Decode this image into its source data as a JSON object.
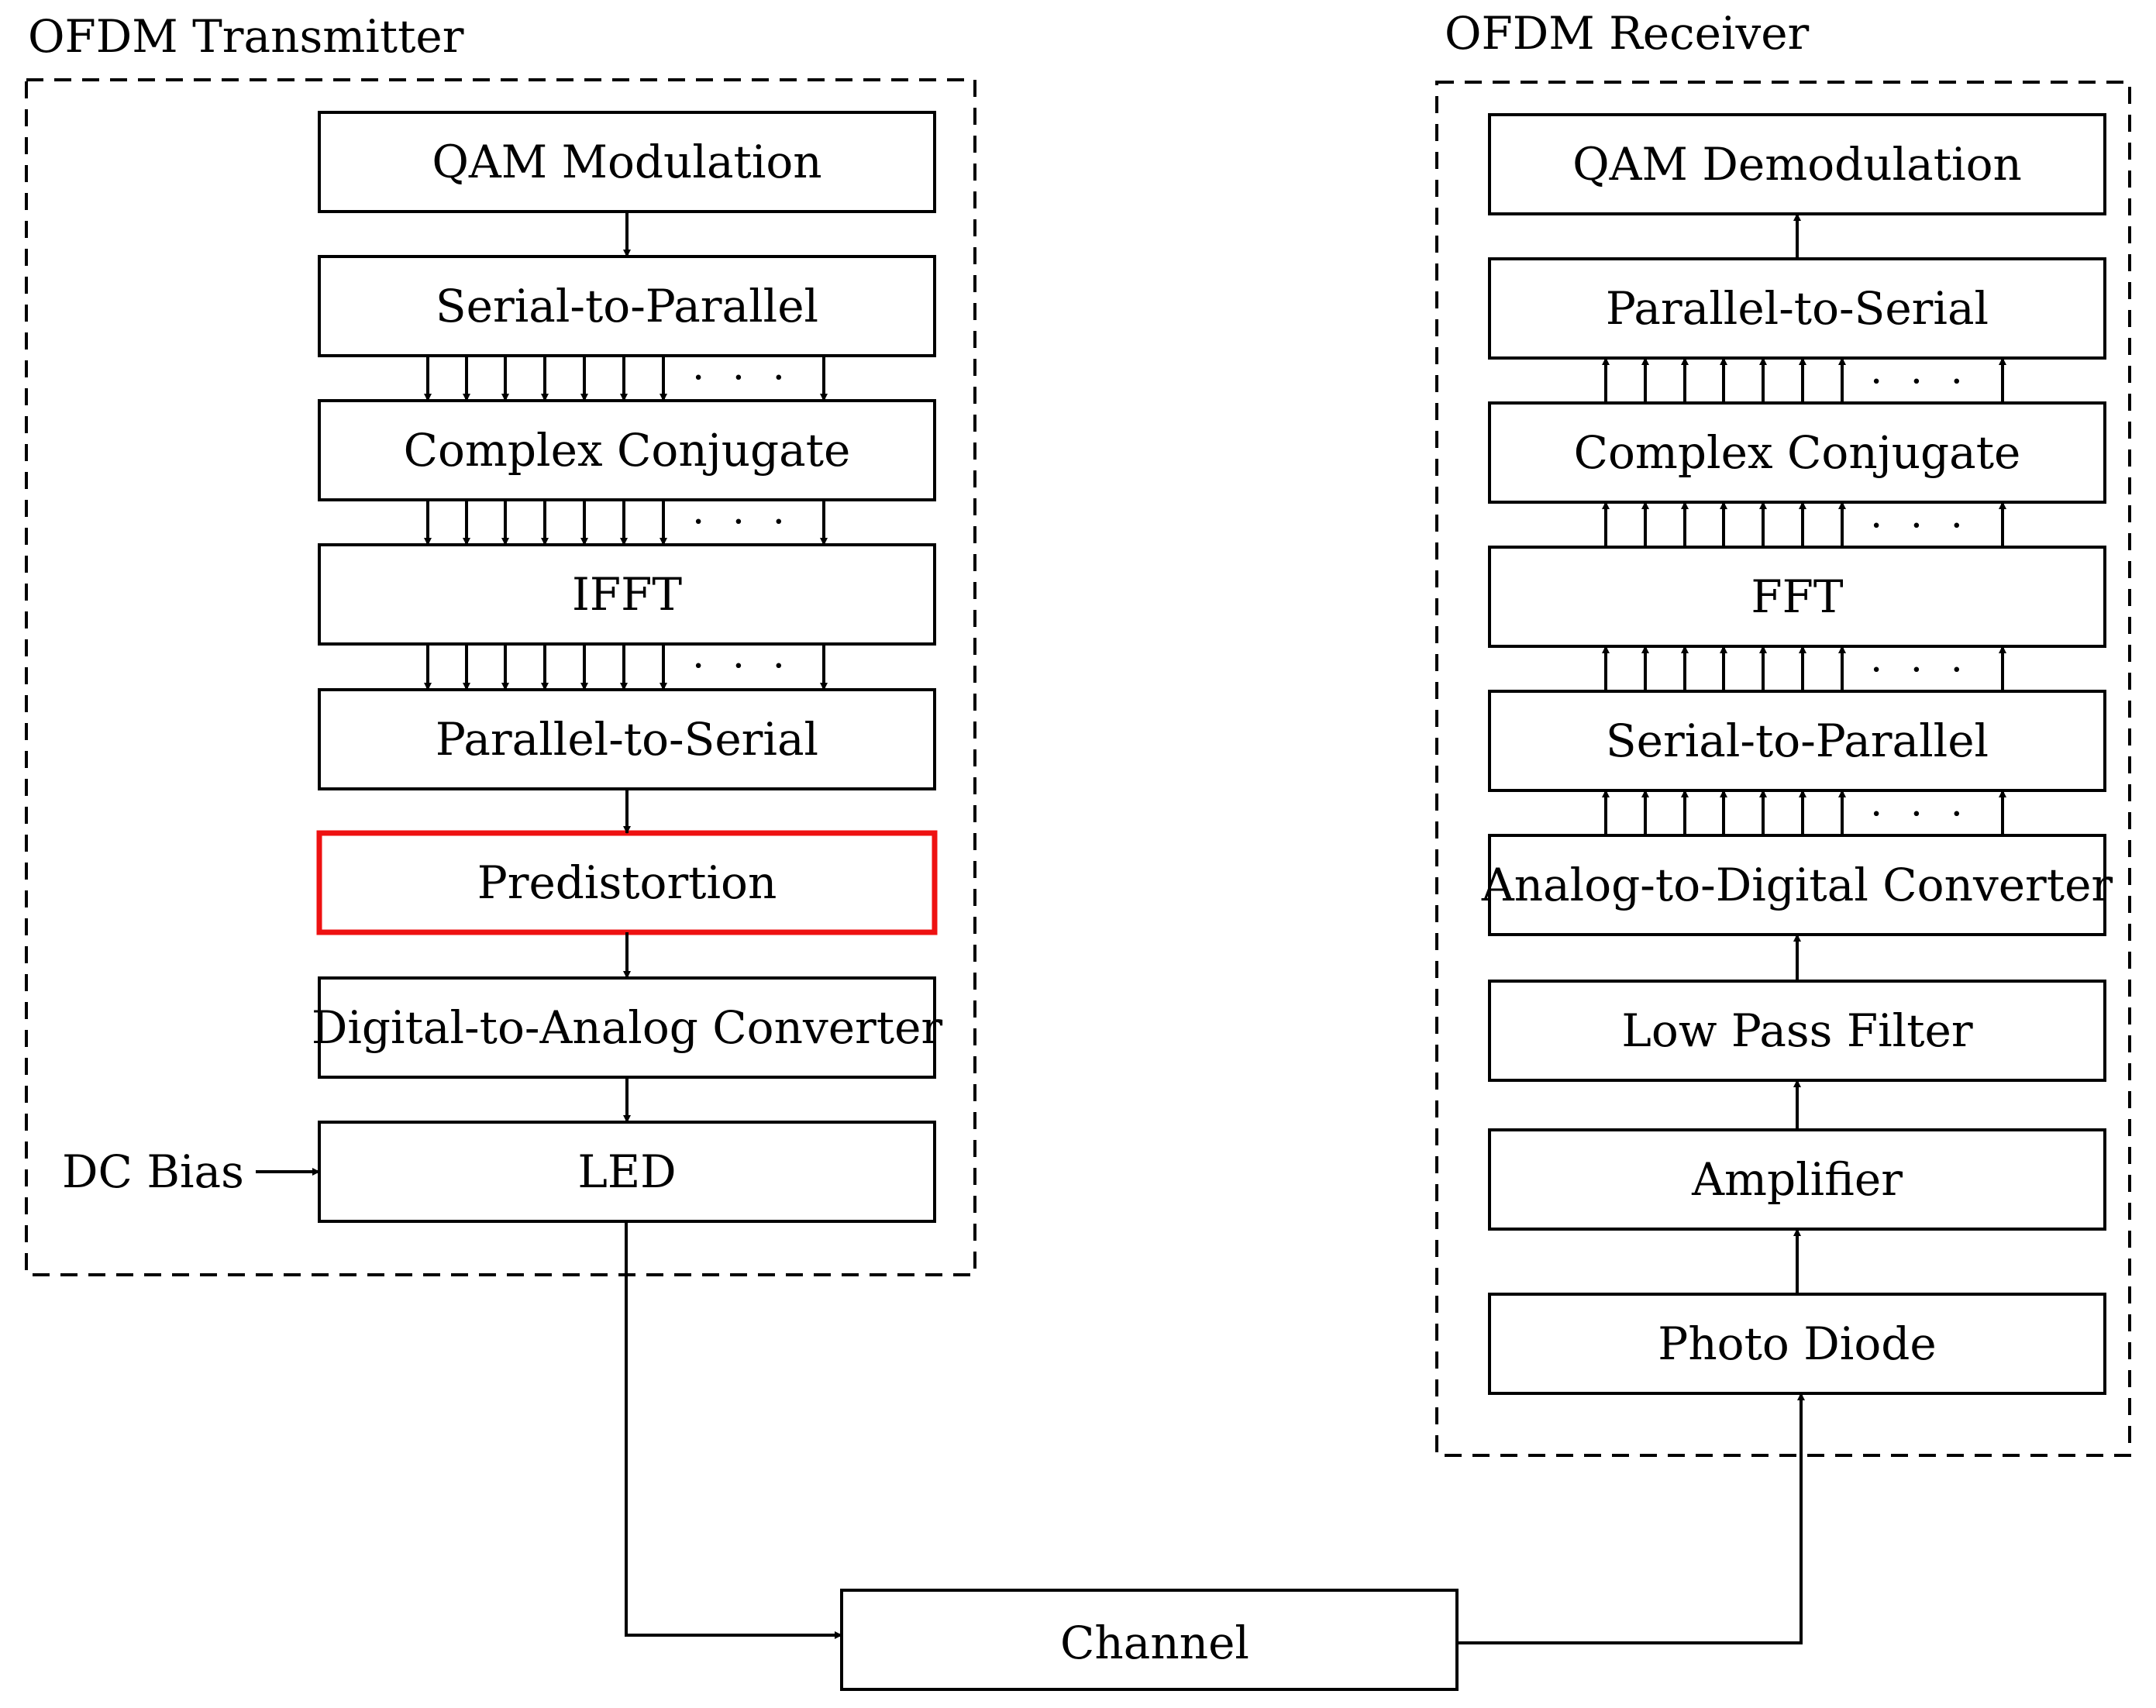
{
  "transmitter": {
    "title": "OFDM Transmitter",
    "blocks": [
      {
        "label": "QAM Modulation",
        "highlighted": false
      },
      {
        "label": "Serial-to-Parallel",
        "highlighted": false
      },
      {
        "label": "Complex Conjugate",
        "highlighted": false
      },
      {
        "label": "IFFT",
        "highlighted": false
      },
      {
        "label": "Parallel-to-Serial",
        "highlighted": false
      },
      {
        "label": "Predistortion",
        "highlighted": true
      },
      {
        "label": "Digital-to-Analog Converter",
        "highlighted": false
      },
      {
        "label": "LED",
        "highlighted": false
      }
    ],
    "dc_bias_label": "DC Bias"
  },
  "receiver": {
    "title": "OFDM Receiver",
    "blocks": [
      {
        "label": "QAM Demodulation"
      },
      {
        "label": "Parallel-to-Serial"
      },
      {
        "label": "Complex Conjugate"
      },
      {
        "label": "FFT"
      },
      {
        "label": "Serial-to-Parallel"
      },
      {
        "label": "Analog-to-Digital Converter"
      },
      {
        "label": "Low Pass Filter"
      },
      {
        "label": "Amplifier"
      },
      {
        "label": "Photo Diode"
      }
    ]
  },
  "channel": {
    "label": "Channel"
  },
  "ellipsis": "· · ·",
  "colors": {
    "line": "#000000",
    "highlight": "#ee1111"
  }
}
